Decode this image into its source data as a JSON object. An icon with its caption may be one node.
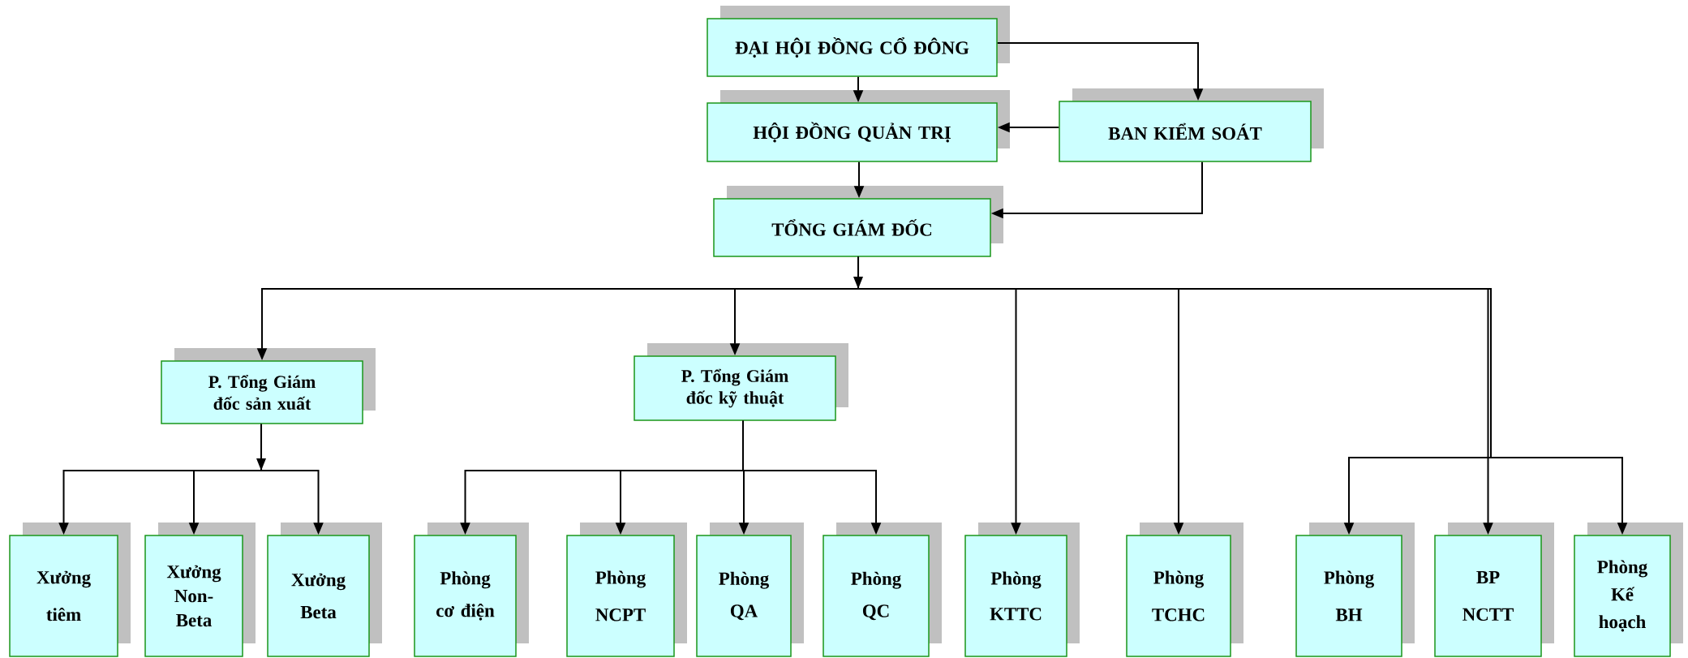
{
  "diagram": {
    "nodes": [
      {
        "text": [
          "ĐẠI HỘI ĐỒNG CỔ ĐÔNG"
        ]
      },
      {
        "text": [
          "HỘI ĐỒNG QUẢN TRỊ"
        ]
      },
      {
        "text": [
          "BAN KIỂM SOÁT"
        ]
      },
      {
        "text": [
          "TỔNG GIÁM ĐỐC"
        ]
      },
      {
        "text": [
          "P. Tổng Giám đốc sản xuất"
        ]
      },
      {
        "text": [
          "P. Tổng Giám đốc kỹ thuật"
        ]
      },
      {
        "text": [
          "Xưởng tiêm"
        ]
      },
      {
        "text": [
          "Xưởng Non-Beta"
        ]
      },
      {
        "text": [
          "Xưởng Beta"
        ]
      },
      {
        "text": [
          "Phòng cơ điện"
        ]
      },
      {
        "text": [
          "Phòng NCPT"
        ]
      },
      {
        "text": [
          "Phòng QA"
        ]
      },
      {
        "text": [
          "Phòng QC"
        ]
      },
      {
        "text": [
          "Phòng KTTC"
        ]
      },
      {
        "text": [
          "Phòng TCHC"
        ]
      },
      {
        "text": [
          "Phòng BH"
        ]
      },
      {
        "text": [
          "BP NCTT"
        ]
      },
      {
        "text": [
          "Phòng Kế hoạch"
        ]
      }
    ],
    "edges": [
      {
        "from": 0,
        "to": 1,
        "arrow": "to"
      },
      {
        "from": 0,
        "to": 2,
        "arrow": "to"
      },
      {
        "from": 2,
        "to": 1,
        "arrow": "to"
      },
      {
        "from": 1,
        "to": 3,
        "arrow": "to"
      },
      {
        "from": 2,
        "to": 3,
        "arrow": "to"
      },
      {
        "from": 3,
        "to": 4,
        "arrow": "to"
      },
      {
        "from": 3,
        "to": 5,
        "arrow": "to"
      },
      {
        "from": 3,
        "to": 13,
        "arrow": "to"
      },
      {
        "from": 3,
        "to": 14,
        "arrow": "to"
      },
      {
        "from": 3,
        "to": 15,
        "arrow": "to"
      },
      {
        "from": 3,
        "to": 16,
        "arrow": "to"
      },
      {
        "from": 3,
        "to": 17,
        "arrow": "to"
      },
      {
        "from": 4,
        "to": 6,
        "arrow": "to"
      },
      {
        "from": 4,
        "to": 7,
        "arrow": "to"
      },
      {
        "from": 4,
        "to": 8,
        "arrow": "to"
      },
      {
        "from": 5,
        "to": 9,
        "arrow": "to"
      },
      {
        "from": 5,
        "to": 10,
        "arrow": "to"
      },
      {
        "from": 5,
        "to": 11,
        "arrow": "to"
      },
      {
        "from": 5,
        "to": 12,
        "arrow": "to"
      }
    ]
  }
}
